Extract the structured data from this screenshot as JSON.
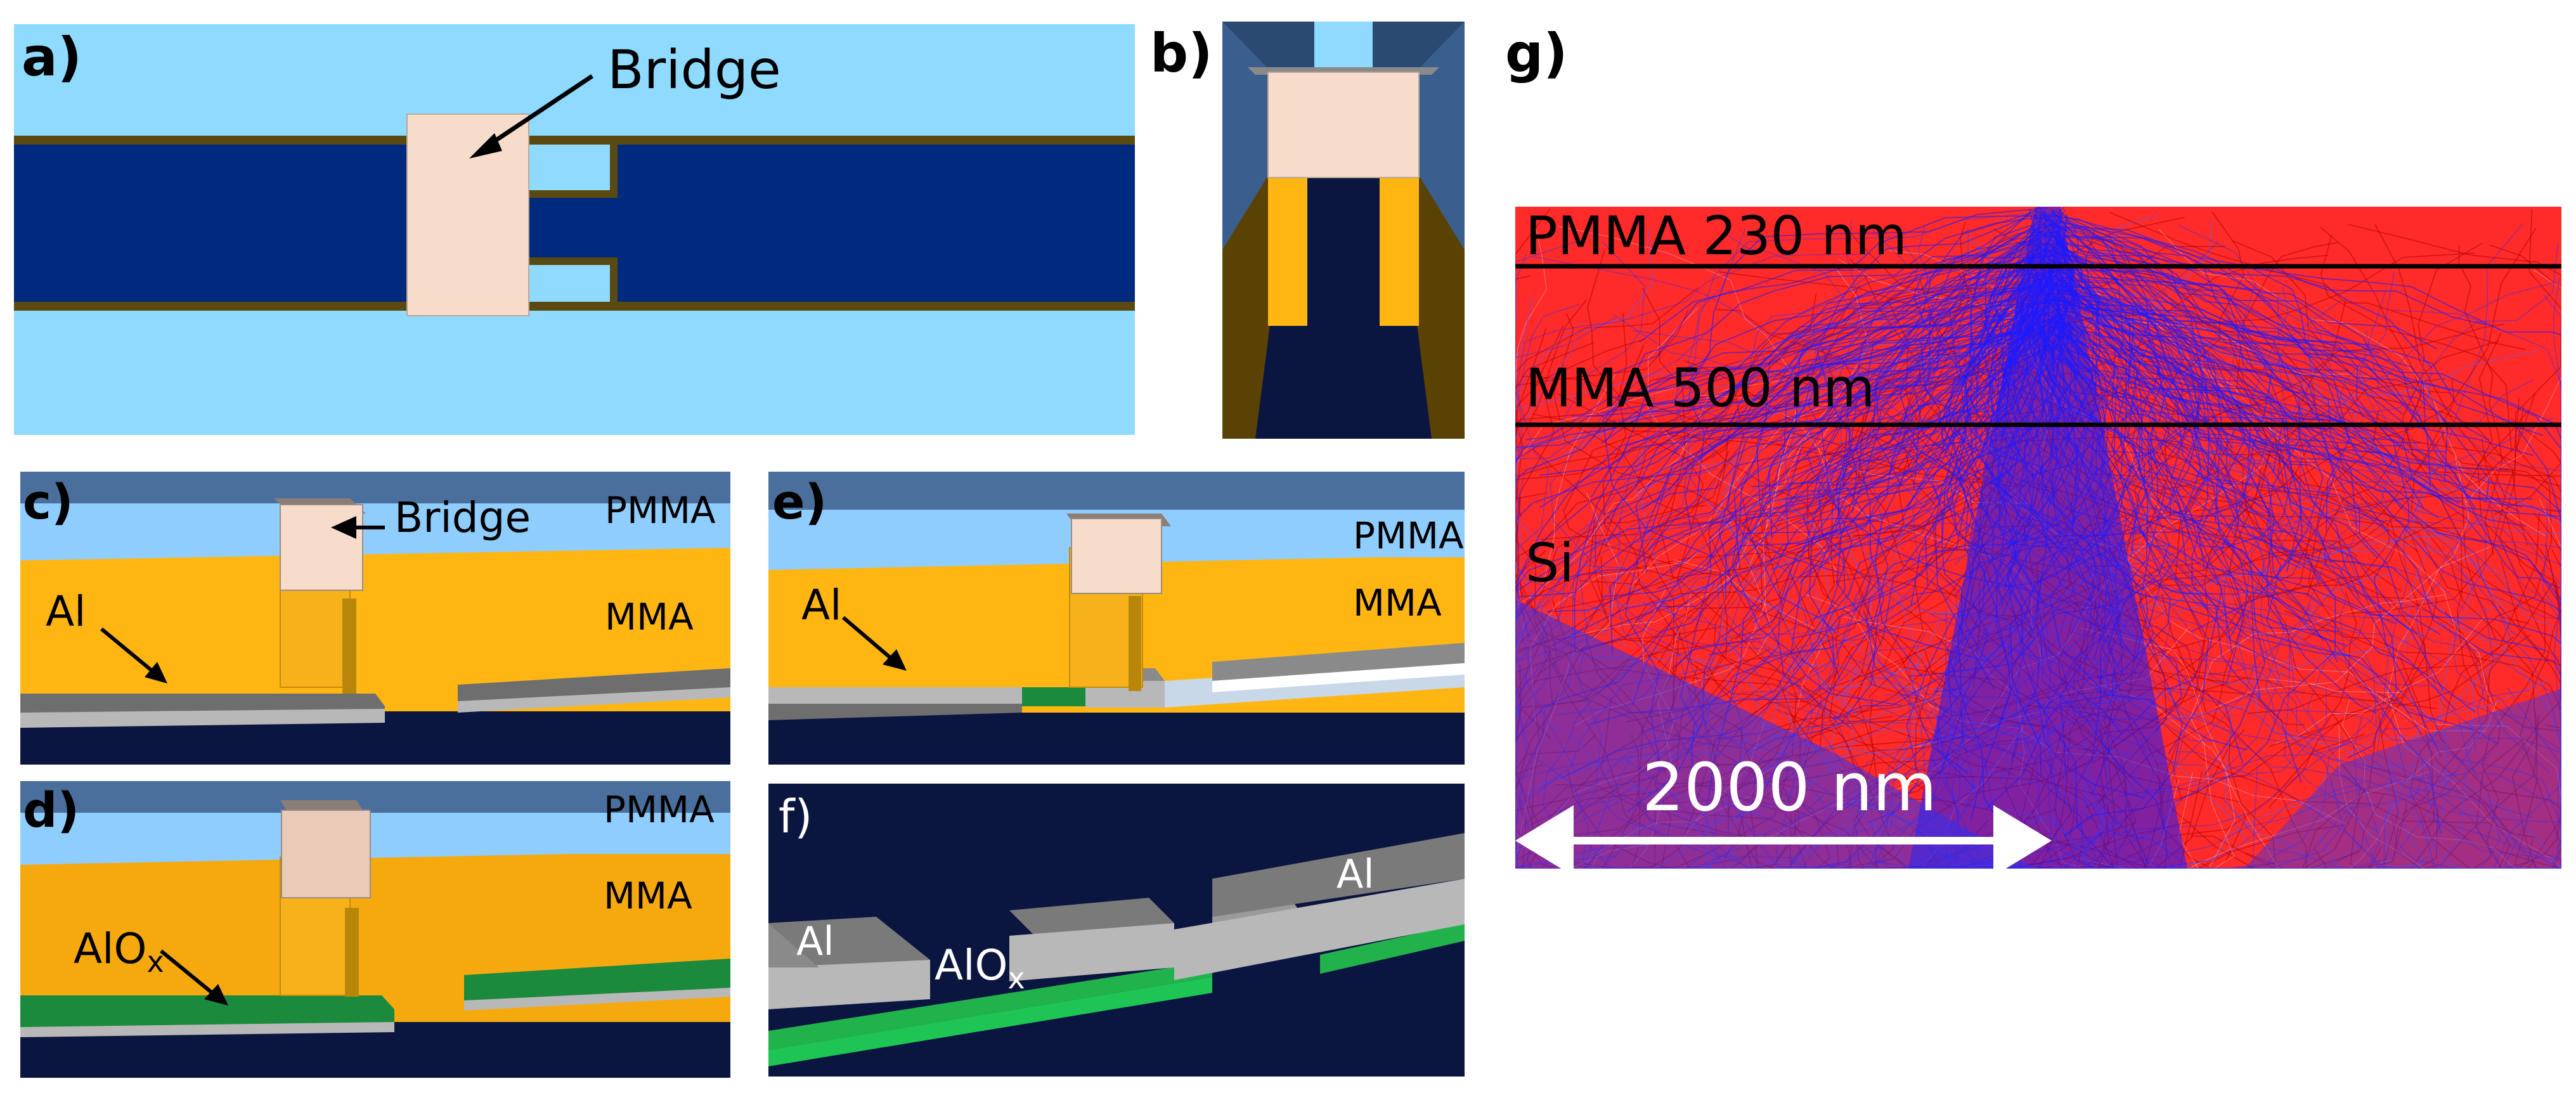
{
  "panels": {
    "a": {
      "label": "a)",
      "bridge_label": "Bridge"
    },
    "b": {
      "label": "b)"
    },
    "c": {
      "label": "c)",
      "bridge_label": "Bridge",
      "pmma_label": "PMMA",
      "mma_label": "MMA",
      "al_label": "Al"
    },
    "d": {
      "label": "d)",
      "pmma_label": "PMMA",
      "mma_label": "MMA",
      "aloxide_label": "AlO",
      "aloxide_sub": "x"
    },
    "e": {
      "label": "e)",
      "pmma_label": "PMMA",
      "mma_label": "MMA",
      "al_label": "Al"
    },
    "f": {
      "label": "f)",
      "al_left": "Al",
      "al_right": "Al",
      "aloxide_label": "AlO",
      "aloxide_sub": "x"
    },
    "g": {
      "label": "g)",
      "layer_pmma": "PMMA 230 nm",
      "layer_mma": "MMA 500 nm",
      "layer_si": "Si",
      "scale_bar": "2000 nm"
    }
  },
  "colors": {
    "light_blue": "#8fdaff",
    "navy": "#002a7e",
    "dark_navy": "#0b1640",
    "bridge": "#f8dccb",
    "al_yellow": "#ffb612",
    "gray": "#a8a8a8",
    "green": "#1b8a3c",
    "electron_red": "#ff1a1a",
    "electron_blue": "#1a1aff"
  }
}
